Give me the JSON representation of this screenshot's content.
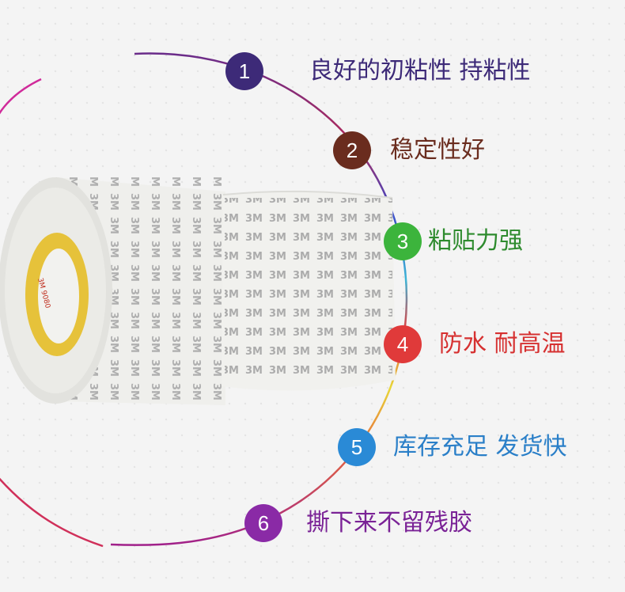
{
  "features": [
    {
      "number": "1",
      "text": "良好的初粘性 持粘性",
      "badge_color": "#3d2a78",
      "text_color": "#3d2a78"
    },
    {
      "number": "2",
      "text": "稳定性好",
      "badge_color": "#6a2c1e",
      "text_color": "#6a2c1e"
    },
    {
      "number": "3",
      "text": "粘贴力强",
      "badge_color": "#3cb43c",
      "text_color": "#2e8b2e"
    },
    {
      "number": "4",
      "text": "防水 耐高温",
      "badge_color": "#e03a3a",
      "text_color": "#d63030"
    },
    {
      "number": "5",
      "text": "库存充足 发货快",
      "badge_color": "#2a8ad6",
      "text_color": "#2a7fc8"
    },
    {
      "number": "6",
      "text": "撕下来不留残胶",
      "badge_color": "#8a2aa6",
      "text_color": "#7a2296"
    }
  ],
  "product": {
    "tape_print": "3M",
    "core_color": "#e6c23a",
    "print_color": "#a8a8a8",
    "tape_color": "#eeeeec"
  }
}
